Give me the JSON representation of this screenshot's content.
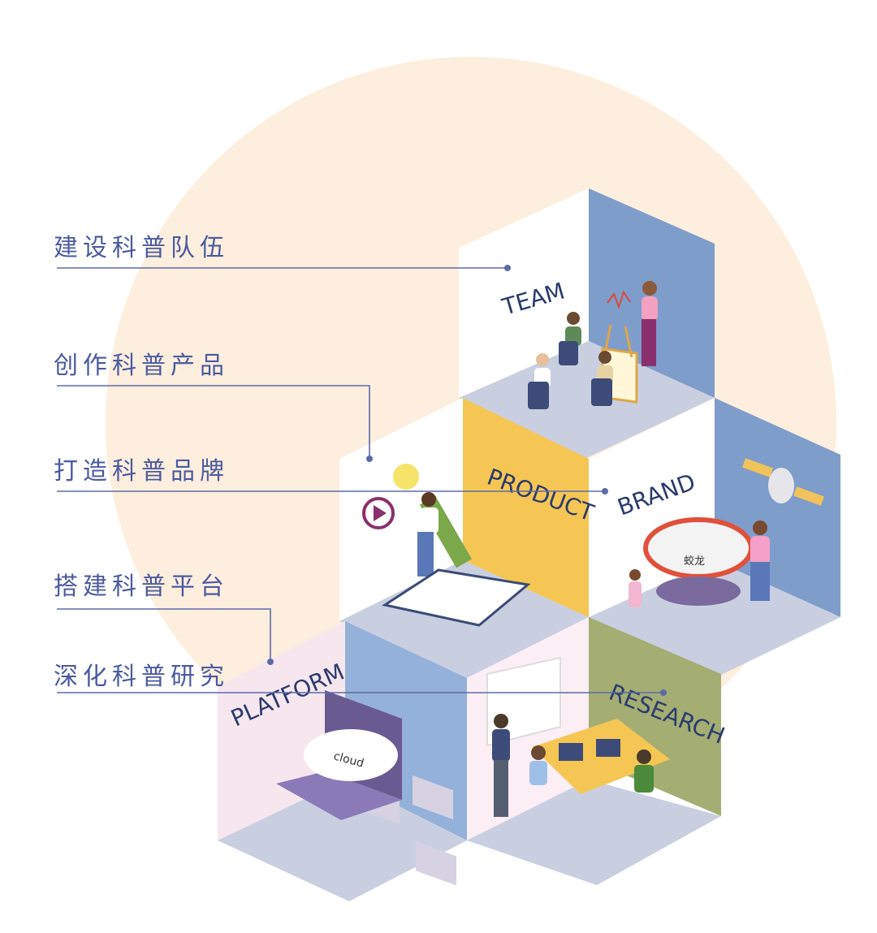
{
  "labels": [
    {
      "text": "建设科普队伍",
      "key": "team"
    },
    {
      "text": "创作科普产品",
      "key": "product"
    },
    {
      "text": "打造科普品牌",
      "key": "brand"
    },
    {
      "text": "搭建科普平台",
      "key": "platform"
    },
    {
      "text": "深化科普研究",
      "key": "research"
    }
  ],
  "boxes": {
    "team": "TEAM",
    "product": "PRODUCT",
    "brand": "BRAND",
    "platform": "PLATFORM",
    "research": "RESEARCH"
  },
  "laptop_text": "cloud",
  "submarine_text": "蛟龙",
  "colors": {
    "background_circle": "#fdeedd",
    "line": "#5b6ba8",
    "team_side": "#7e9dcb",
    "product_side": "#f6c654",
    "brand_side": "#7e9dcb",
    "platform_side": "#f6e7ef",
    "research_side": "#a4ad72",
    "floor": "#c9cfe1",
    "wall_white": "#ffffff"
  }
}
